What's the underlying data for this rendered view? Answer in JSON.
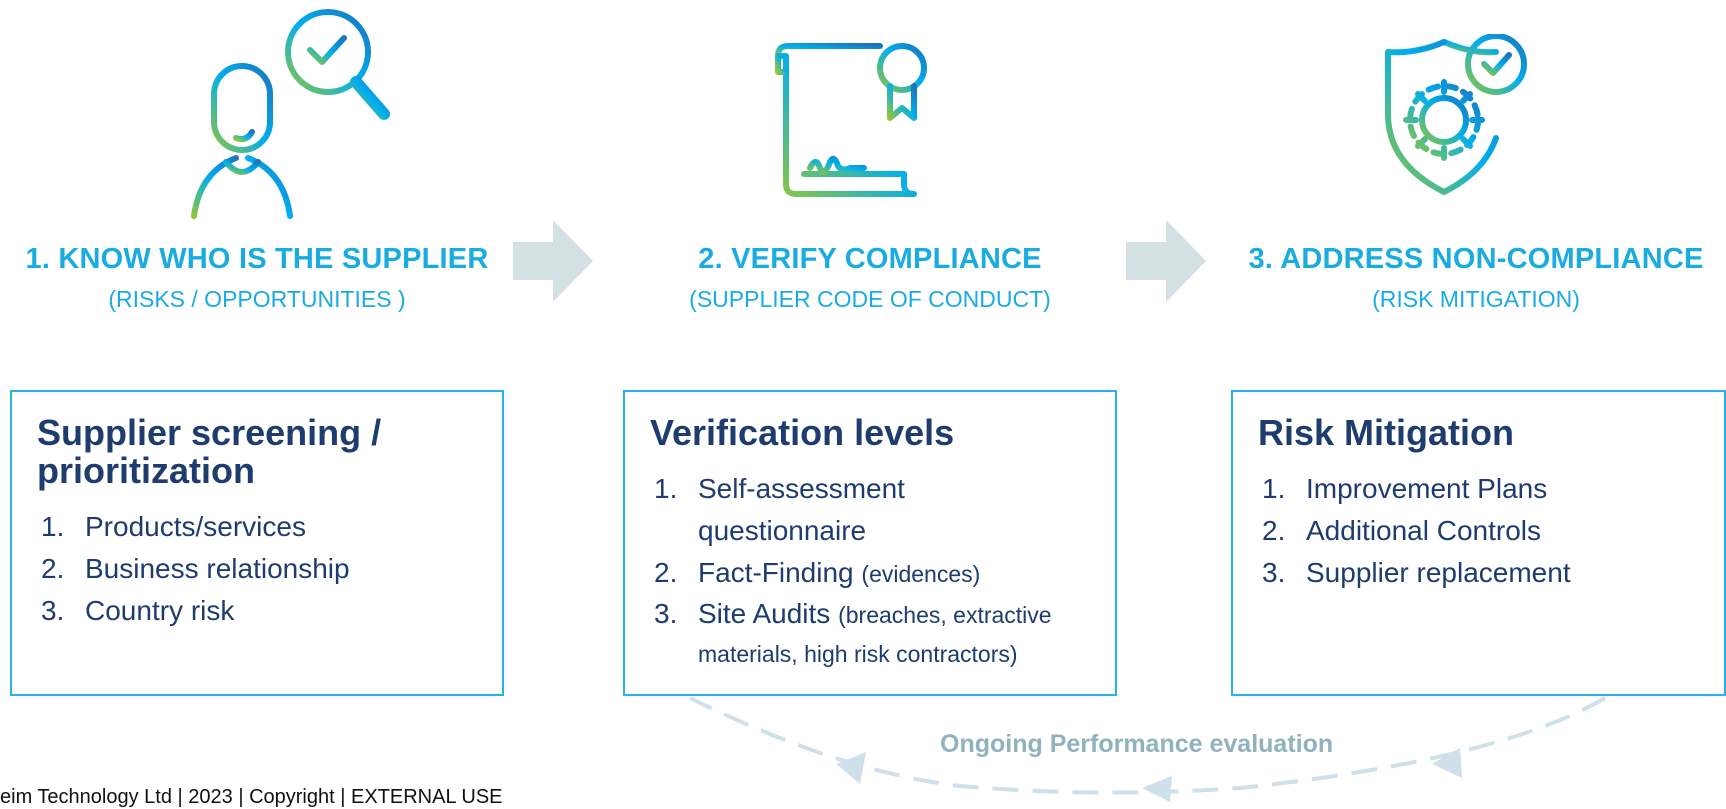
{
  "steps": [
    {
      "title": "1. KNOW WHO IS THE SUPPLIER",
      "subtitle": "(RISKS / OPPORTUNITIES )",
      "icon": "person-magnifier-icon"
    },
    {
      "title": "2. VERIFY COMPLIANCE",
      "subtitle": "(SUPPLIER CODE OF CONDUCT)",
      "icon": "certificate-icon"
    },
    {
      "title": "3. ADDRESS NON-COMPLIANCE",
      "subtitle": "(RISK MITIGATION)",
      "icon": "shield-gear-icon"
    }
  ],
  "boxes": {
    "screening": {
      "title": "Supplier screening / prioritization",
      "items": [
        {
          "num": "1.",
          "text": "Products/services"
        },
        {
          "num": "2.",
          "text": "Business relationship"
        },
        {
          "num": "3.",
          "text": "Country risk"
        }
      ]
    },
    "verification": {
      "title": "Verification levels",
      "items": [
        {
          "num": "1.",
          "text": "Self-assessment questionnaire",
          "note": ""
        },
        {
          "num": "2.",
          "text": "Fact-Finding",
          "note": "(evidences)"
        },
        {
          "num": "3.",
          "text": "Site Audits",
          "note": "(breaches, extractive materials, high risk contractors)"
        }
      ]
    },
    "mitigation": {
      "title": "Risk Mitigation",
      "items": [
        {
          "num": "1.",
          "text": "Improvement Plans"
        },
        {
          "num": "2.",
          "text": "Additional Controls"
        },
        {
          "num": "3.",
          "text": "Supplier replacement"
        }
      ]
    }
  },
  "loop_label": "Ongoing Performance evaluation",
  "footer": "eim Technology Ltd | 2023 | Copyright | EXTERNAL USE",
  "colors": {
    "title_blue": "#1aace0",
    "box_text_navy": "#1e3c6e",
    "box_border": "#27b3e6",
    "arrow_grey": "#d3e1e4",
    "loop_label": "#8fb2bd",
    "gradient_green": "#8cc63f",
    "gradient_blue": "#00aeef"
  }
}
